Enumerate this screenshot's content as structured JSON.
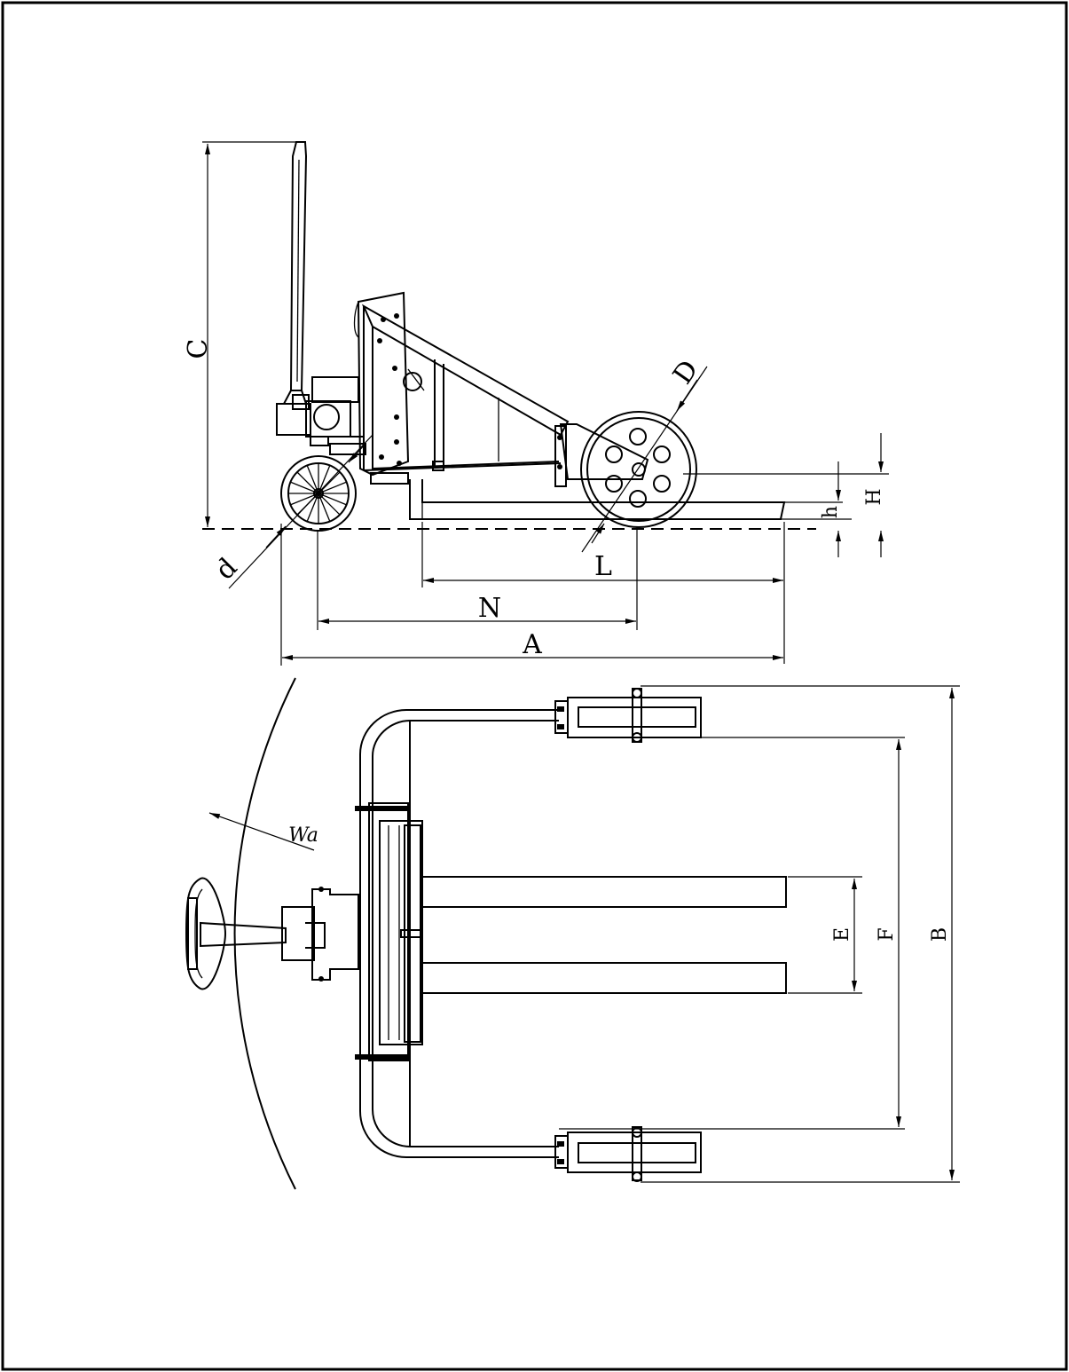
{
  "drawing": {
    "side_view": {
      "labels": {
        "C": "C",
        "D": "D",
        "d": "d",
        "H": "H",
        "h": "h",
        "L": "L",
        "N": "N",
        "A": "A"
      }
    },
    "top_view": {
      "labels": {
        "Wa": "Wa",
        "E": "E",
        "F": "F",
        "B": "B"
      }
    }
  }
}
